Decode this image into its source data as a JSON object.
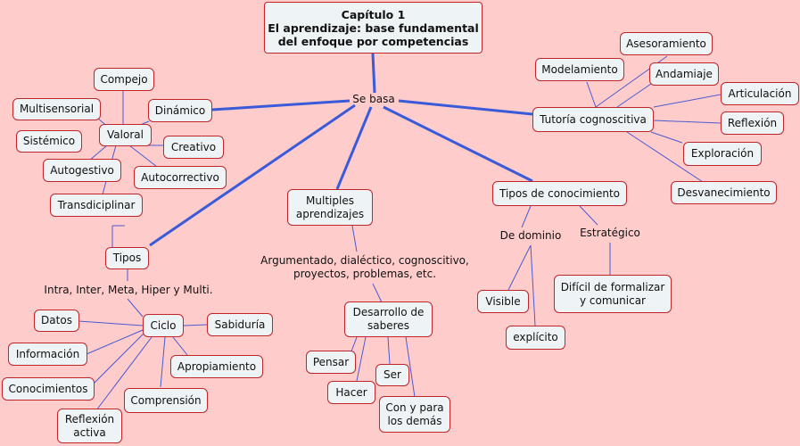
{
  "nodes": {
    "title": {
      "text": "Capítulo 1\nEl aprendizaje: base fundamental\ndel enfoque por competencias"
    },
    "compejo": {
      "text": "Compejo"
    },
    "multisensorial": {
      "text": "Multisensorial"
    },
    "dinamico": {
      "text": "Dinámico"
    },
    "valoral": {
      "text": "Valoral"
    },
    "sistemico": {
      "text": "Sistémico"
    },
    "creativo": {
      "text": "Creativo"
    },
    "autogestivo": {
      "text": "Autogestivo"
    },
    "autocorrectivo": {
      "text": "Autocorrectivo"
    },
    "transdiciplinar": {
      "text": "Transdiciplinar"
    },
    "tipos": {
      "text": "Tipos"
    },
    "datos": {
      "text": "Datos"
    },
    "ciclo": {
      "text": "Ciclo"
    },
    "sabiduria": {
      "text": "Sabiduría"
    },
    "informacion": {
      "text": "Información"
    },
    "apropiamiento": {
      "text": "Apropiamiento"
    },
    "conocimientos": {
      "text": "Conocimientos"
    },
    "comprension": {
      "text": "Comprensión"
    },
    "reflexion_activa": {
      "text": "Reflexión\nactiva"
    },
    "multiples": {
      "text": "Multiples\naprendizajes"
    },
    "desarrollo": {
      "text": "Desarrollo de\nsaberes"
    },
    "pensar": {
      "text": "Pensar"
    },
    "ser": {
      "text": "Ser"
    },
    "hacer": {
      "text": "Hacer"
    },
    "con_y_para": {
      "text": "Con y para\nlos demás"
    },
    "asesoramiento": {
      "text": "Asesoramiento"
    },
    "modelamiento": {
      "text": "Modelamiento"
    },
    "andamiaje": {
      "text": "Andamiaje"
    },
    "articulacion": {
      "text": "Articulación"
    },
    "tutoria": {
      "text": "Tutoría cognoscitiva"
    },
    "reflexion": {
      "text": "Reflexión"
    },
    "exploracion": {
      "text": "Exploración"
    },
    "desvanecimiento": {
      "text": "Desvanecimiento"
    },
    "tipos_conocimiento": {
      "text": "Tipos de conocimiento"
    },
    "visible": {
      "text": "Visible"
    },
    "explicito": {
      "text": "explícito"
    },
    "dificil": {
      "text": "Difícil de formalizar\ny comunicar"
    }
  },
  "labels": {
    "se_basa": {
      "text": "Se basa"
    },
    "intra": {
      "text": "Intra, Inter, Meta, Hiper y Multi."
    },
    "argumentado": {
      "text": "Argumentado, dialéctico, cognoscitivo,\nproyectos, problemas, etc."
    },
    "de_dominio": {
      "text": "De dominio"
    },
    "estrategico": {
      "text": "Estratégico"
    }
  },
  "colors": {
    "background": "#ffcccc",
    "node_fill": "#eef3f5",
    "node_border": "#c0252a",
    "main_edge": "#3a5bd9",
    "thin_edge": "#4a5ad0"
  }
}
